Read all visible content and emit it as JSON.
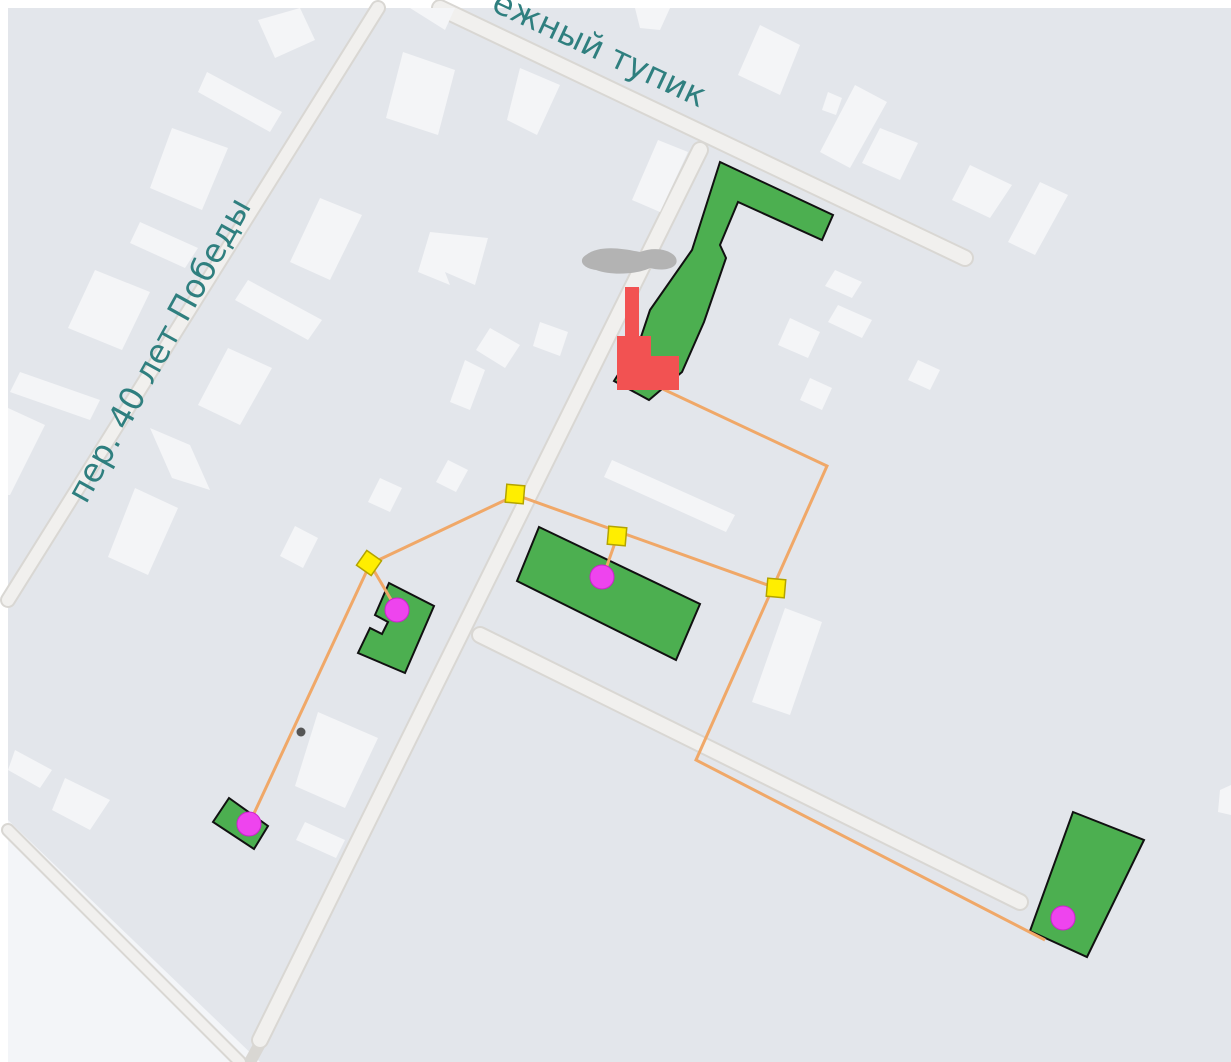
{
  "map": {
    "street_labels": [
      {
        "id": "street-label-40-let-pobedy",
        "text": "пер. 40 лет Победы"
      },
      {
        "id": "street-label-tupik",
        "text": "ежный тупик"
      }
    ],
    "layers": {
      "heat_source": {
        "color": "#f25252"
      },
      "buildings_connected": {
        "color": "#4caf50"
      },
      "pipelines": {
        "color": "#f0a868"
      },
      "nodes": {
        "color": "#ffee00"
      },
      "consumers": {
        "color": "#ee44ee"
      },
      "smoke": {
        "color": "#b0b0b0"
      }
    }
  }
}
